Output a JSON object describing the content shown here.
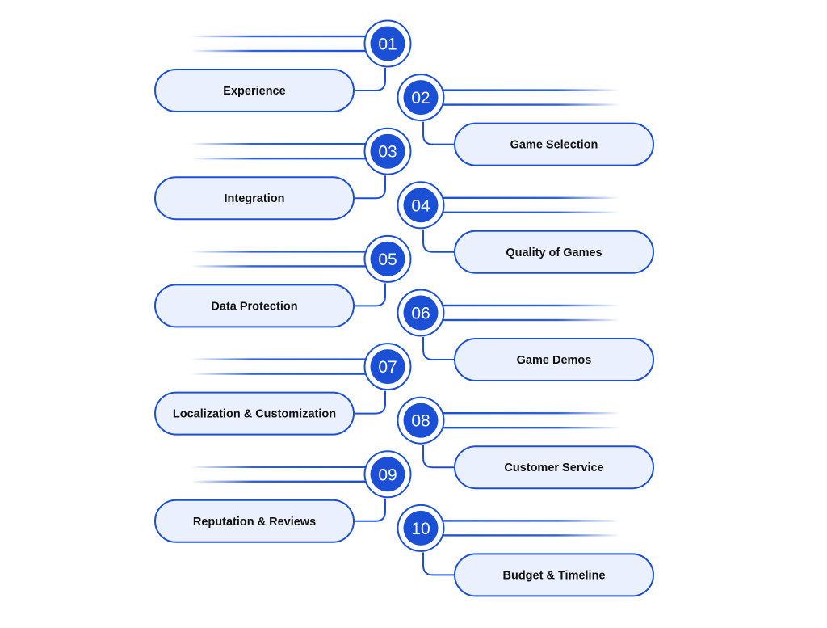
{
  "colors": {
    "accent": "#1a4fd6",
    "pill_fill": "#eaf0fd",
    "pill_stroke": "#1a4fd6",
    "text": "#111111"
  },
  "steps": [
    {
      "number": "01",
      "label": "Experience",
      "side": "left"
    },
    {
      "number": "02",
      "label": "Game Selection",
      "side": "right"
    },
    {
      "number": "03",
      "label": "Integration",
      "side": "left"
    },
    {
      "number": "04",
      "label": "Quality of Games",
      "side": "right"
    },
    {
      "number": "05",
      "label": "Data Protection",
      "side": "left"
    },
    {
      "number": "06",
      "label": "Game Demos",
      "side": "right"
    },
    {
      "number": "07",
      "label": "Localization & Customization",
      "side": "left"
    },
    {
      "number": "08",
      "label": "Customer Service",
      "side": "right"
    },
    {
      "number": "09",
      "label": "Reputation & Reviews",
      "side": "left"
    },
    {
      "number": "10",
      "label": "Budget & Timeline",
      "side": "right"
    }
  ]
}
